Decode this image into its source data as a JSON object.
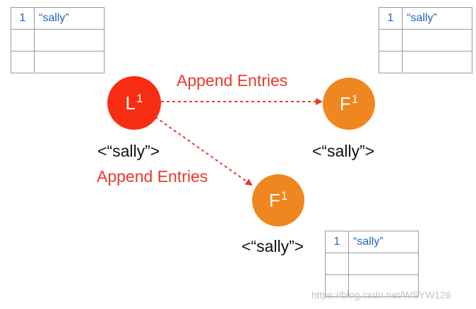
{
  "leader": {
    "letter": "L",
    "term": "1",
    "state": "<“sally”>",
    "color": "#f82e13",
    "log": [
      {
        "index": "1",
        "command": "“sally”"
      },
      {
        "index": "",
        "command": ""
      },
      {
        "index": "",
        "command": ""
      }
    ]
  },
  "follower_top": {
    "letter": "F",
    "term": "1",
    "state": "<“sally”>",
    "color": "#f0861f",
    "log": [
      {
        "index": "1",
        "command": "“sally”"
      },
      {
        "index": "",
        "command": ""
      },
      {
        "index": "",
        "command": ""
      }
    ]
  },
  "follower_bottom": {
    "letter": "F",
    "term": "1",
    "state": "<“sally”>",
    "color": "#f0861f",
    "log": [
      {
        "index": "1",
        "command": "“sally”"
      },
      {
        "index": "",
        "command": ""
      },
      {
        "index": "",
        "command": ""
      }
    ]
  },
  "edges": [
    {
      "label": "Append Entries",
      "color": "#e8392a"
    },
    {
      "label": "Append Entries",
      "color": "#e8392a"
    }
  ],
  "watermark": "https://blog.csdn.net/WSYW126"
}
